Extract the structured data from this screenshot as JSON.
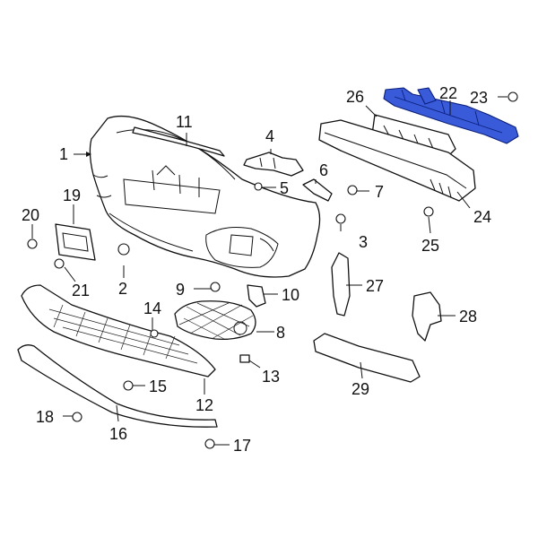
{
  "diagram": {
    "highlight_color": "#3a5bd9",
    "line_color": "#111111",
    "callouts": [
      {
        "id": "c1",
        "label": "1"
      },
      {
        "id": "c2",
        "label": "2"
      },
      {
        "id": "c3",
        "label": "3"
      },
      {
        "id": "c4",
        "label": "4"
      },
      {
        "id": "c5",
        "label": "5"
      },
      {
        "id": "c6",
        "label": "6"
      },
      {
        "id": "c7",
        "label": "7"
      },
      {
        "id": "c8",
        "label": "8"
      },
      {
        "id": "c9",
        "label": "9"
      },
      {
        "id": "c10",
        "label": "10"
      },
      {
        "id": "c11",
        "label": "11"
      },
      {
        "id": "c12",
        "label": "12"
      },
      {
        "id": "c13",
        "label": "13"
      },
      {
        "id": "c14",
        "label": "14"
      },
      {
        "id": "c15",
        "label": "15"
      },
      {
        "id": "c16",
        "label": "16"
      },
      {
        "id": "c17",
        "label": "17"
      },
      {
        "id": "c18",
        "label": "18"
      },
      {
        "id": "c19",
        "label": "19"
      },
      {
        "id": "c20",
        "label": "20"
      },
      {
        "id": "c21",
        "label": "21"
      },
      {
        "id": "c22",
        "label": "22"
      },
      {
        "id": "c23",
        "label": "23"
      },
      {
        "id": "c24",
        "label": "24"
      },
      {
        "id": "c25",
        "label": "25"
      },
      {
        "id": "c26",
        "label": "26"
      },
      {
        "id": "c27",
        "label": "27"
      },
      {
        "id": "c28",
        "label": "28"
      },
      {
        "id": "c29",
        "label": "29"
      }
    ]
  }
}
